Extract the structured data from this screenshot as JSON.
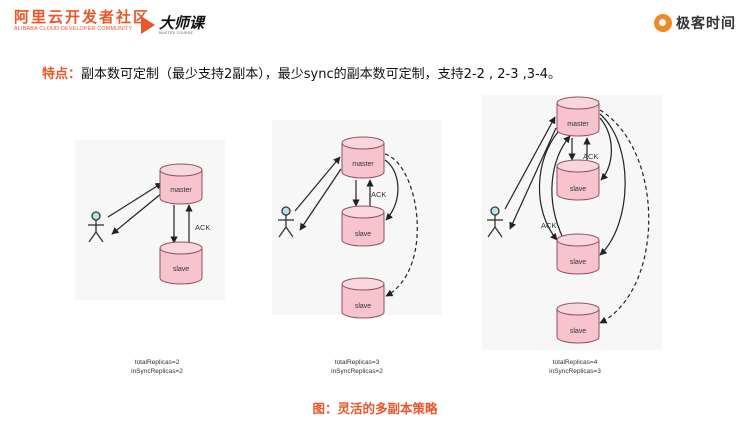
{
  "header": {
    "brand_title": "阿里云开发者社区",
    "brand_subtitle": "ALIBABA CLOUD DEVELOPER COMMUNITY",
    "masterclass_title": "大师课",
    "masterclass_subtitle": "MASTER COURSE",
    "geektime_title": "极客时间"
  },
  "feature": {
    "label": "特点：",
    "text": "副本数可定制（最少支持2副本），最少sync的副本数可定制，支持2-2 , 2-3 ,3-4。"
  },
  "diagrams": [
    {
      "nodes": [
        "master",
        "slave"
      ],
      "ack": [
        "ACK"
      ],
      "stats": [
        "totalReplicas=2",
        "inSyncReplicas=2"
      ]
    },
    {
      "nodes": [
        "master",
        "slave",
        "slave"
      ],
      "ack": [
        "ACK"
      ],
      "stats": [
        "totalReplicas=3",
        "inSyncReplicas=2"
      ]
    },
    {
      "nodes": [
        "master",
        "slave",
        "slave",
        "slave"
      ],
      "ack": [
        "ACK",
        "ACK"
      ],
      "stats": [
        "totalReplicas=4",
        "inSyncReplicas=3"
      ]
    }
  ],
  "caption": "图：灵活的多副本策略",
  "colors": {
    "accent": "#e8562a",
    "db_fill": "#f6c3cf",
    "db_stroke": "#8a5560"
  }
}
